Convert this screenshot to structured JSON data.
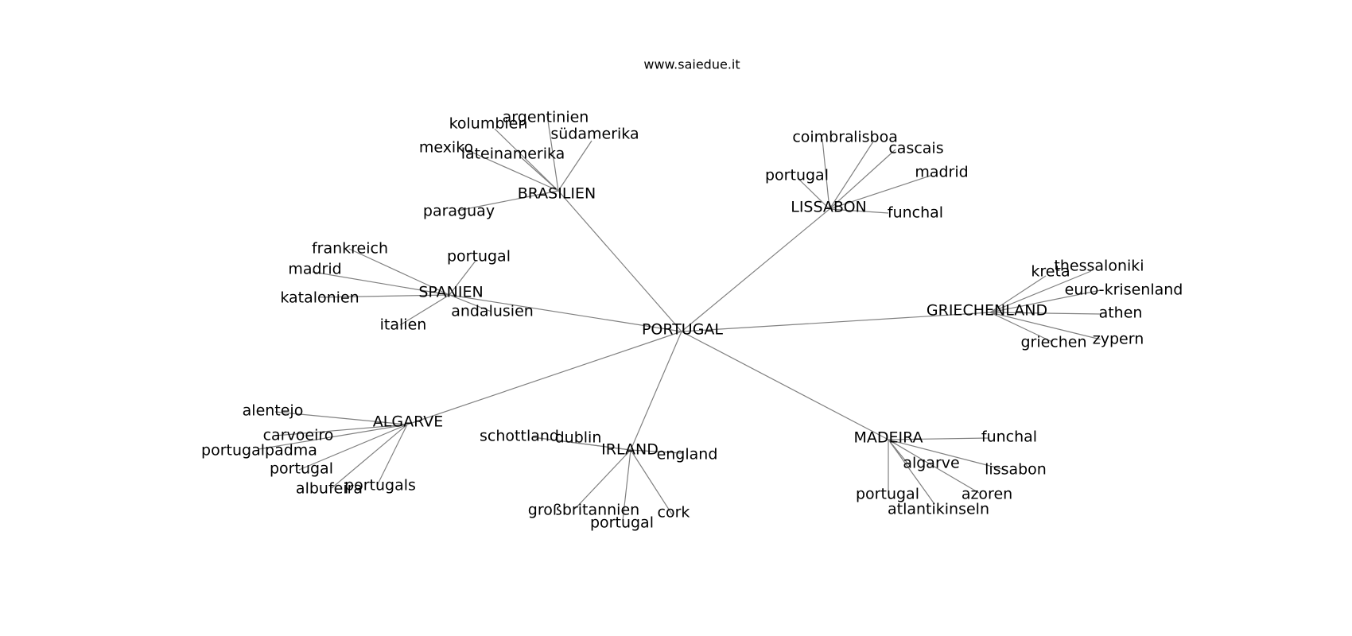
{
  "title": "www.saiedue.it",
  "colors": {
    "edge": "#808080",
    "text": "#000000",
    "background": "#ffffff"
  },
  "graph": {
    "root": "PORTUGAL",
    "hubs": [
      {
        "id": "brasilien",
        "label": "BRASILIEN",
        "leaves": [
          "argentinien",
          "kolumbien",
          "südamerika",
          "mexiko",
          "lateinamerika",
          "paraguay"
        ]
      },
      {
        "id": "lissabon",
        "label": "LISSABON",
        "leaves": [
          "coimbra",
          "lisboa",
          "cascais",
          "portugal",
          "madrid",
          "funchal"
        ]
      },
      {
        "id": "spanien",
        "label": "SPANIEN",
        "leaves": [
          "frankreich",
          "portugal",
          "madrid",
          "katalonien",
          "andalusien",
          "italien"
        ]
      },
      {
        "id": "griechenland",
        "label": "GRIECHENLAND",
        "leaves": [
          "kreta",
          "thessaloniki",
          "euro-krisenland",
          "athen",
          "griechen",
          "zypern"
        ]
      },
      {
        "id": "algarve",
        "label": "ALGARVE",
        "leaves": [
          "alentejo",
          "carvoeiro",
          "portugalpadma",
          "portugal",
          "albufeira",
          "portugals"
        ]
      },
      {
        "id": "irland",
        "label": "IRLAND",
        "leaves": [
          "schottland",
          "dublin",
          "england",
          "großbritannien",
          "portugal",
          "cork"
        ]
      },
      {
        "id": "madeira",
        "label": "MADEIRA",
        "leaves": [
          "funchal",
          "algarve",
          "lissabon",
          "portugal",
          "azoren",
          "atlantikinseln"
        ]
      }
    ]
  }
}
